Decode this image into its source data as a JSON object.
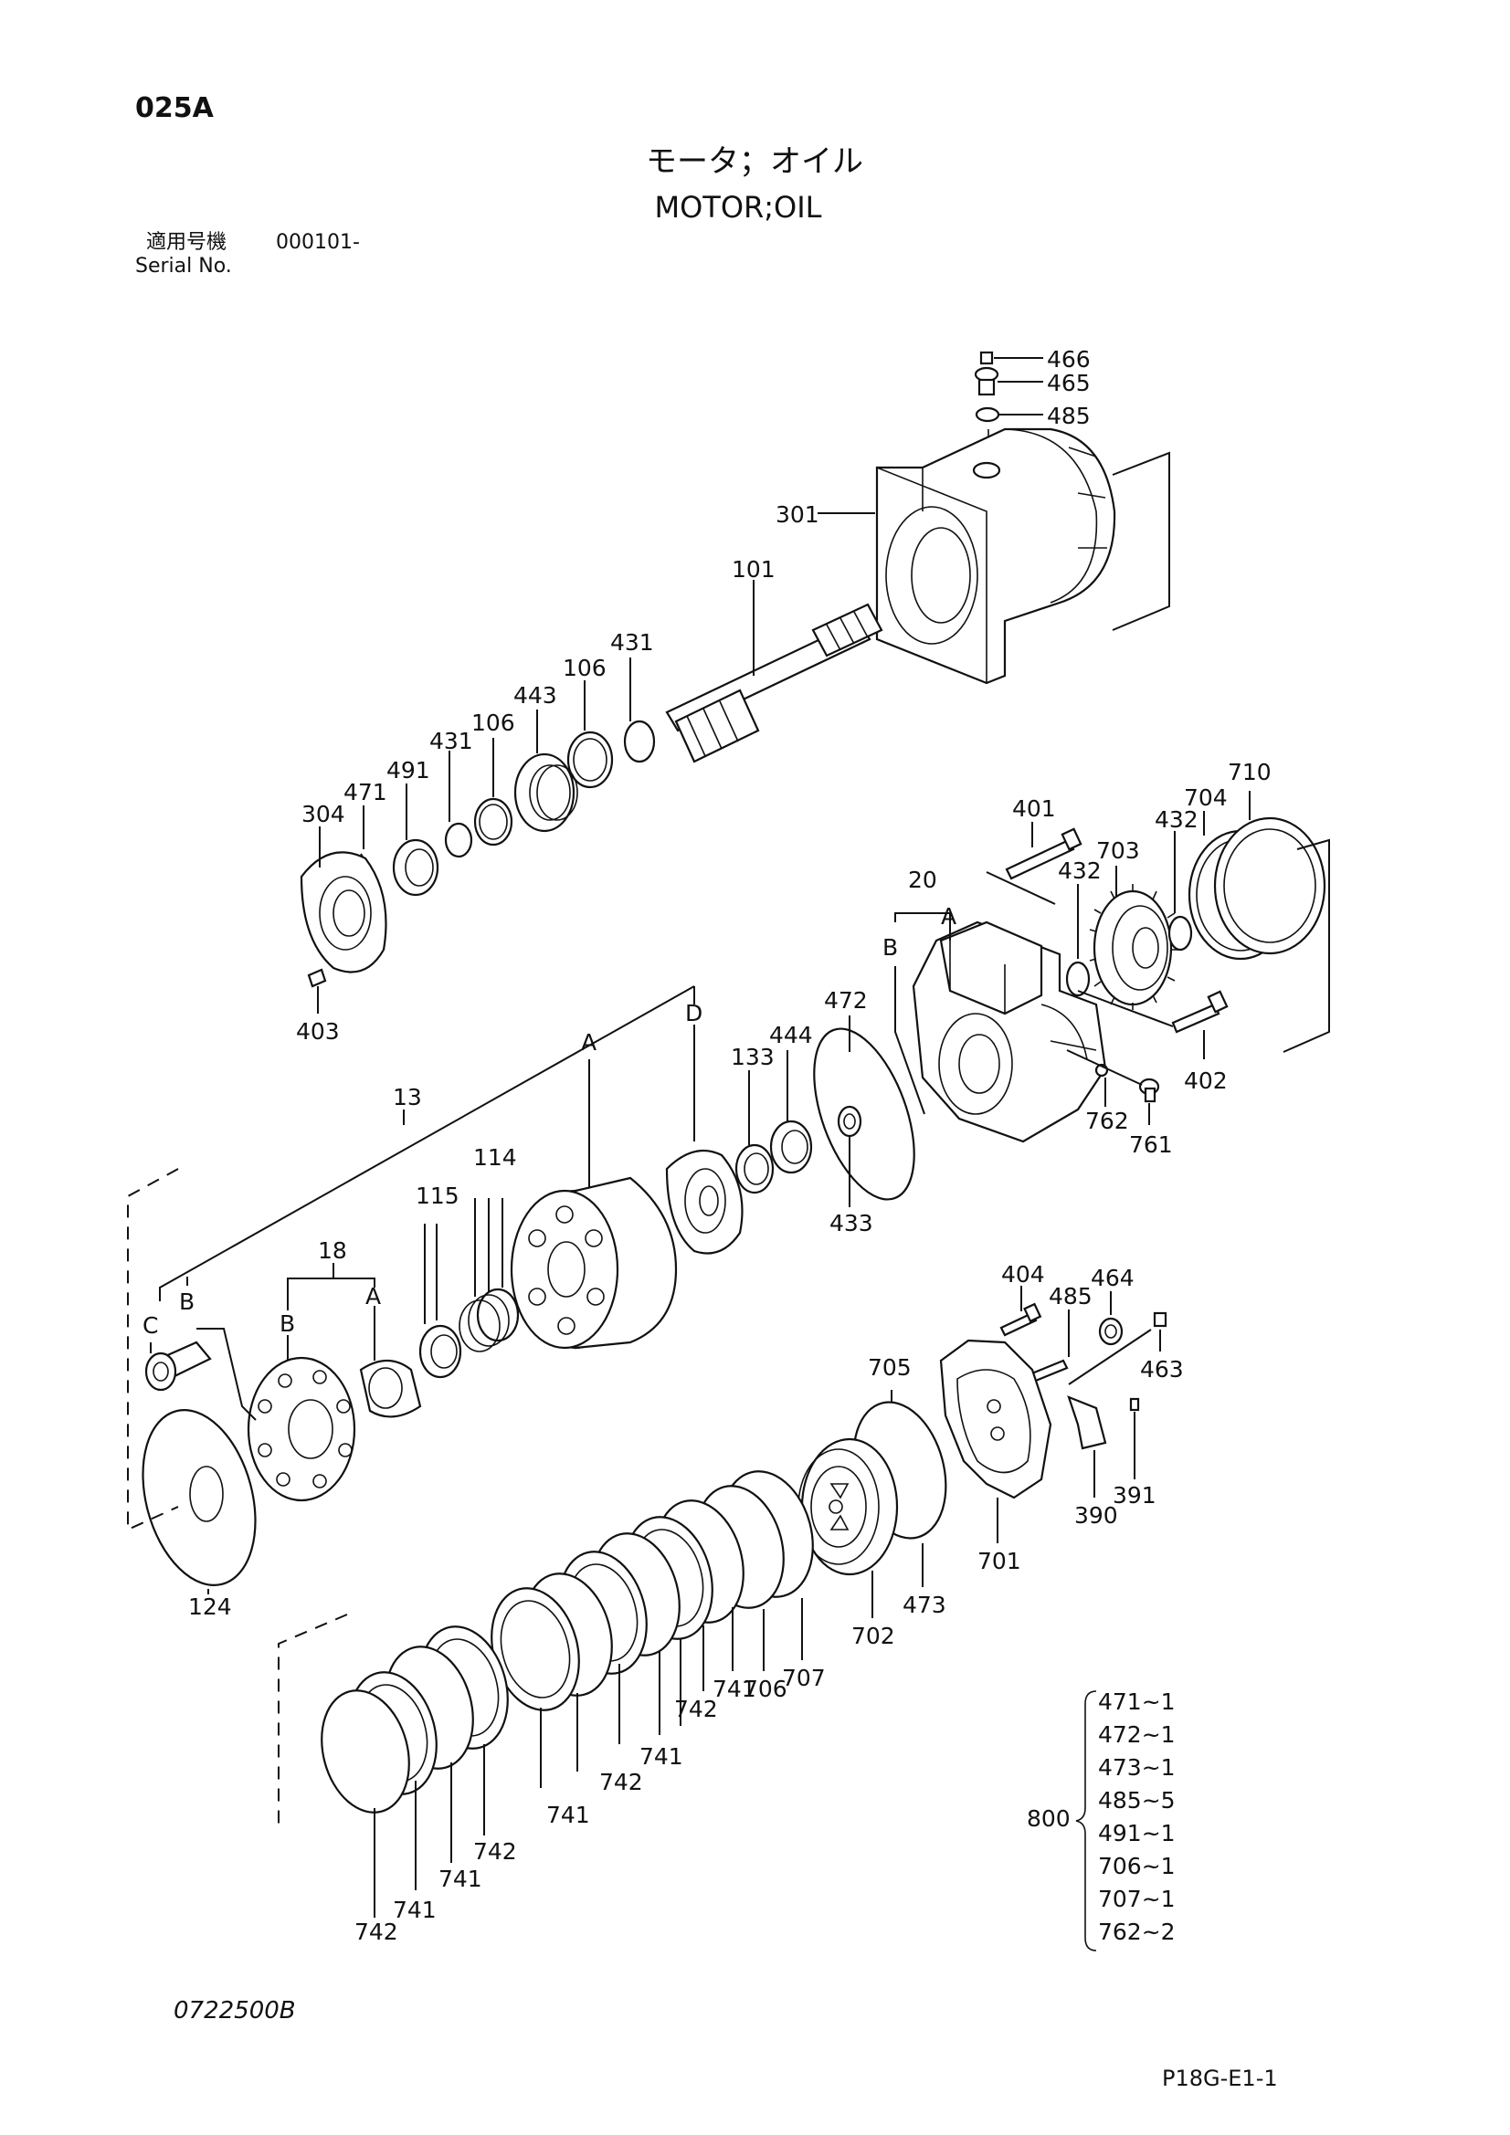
{
  "header": {
    "page_code": "025A",
    "title_jp": "モータ；オイル",
    "title_en": "MOTOR;OIL",
    "serial_label_jp": "適用号機",
    "serial_range": "000101-",
    "serial_label_en": "Serial No."
  },
  "footer": {
    "drawing_no": "0722500B",
    "page_ref": "P18G-E1-1"
  },
  "callouts": {
    "c466": "466",
    "c465": "465",
    "c485a": "485",
    "c301": "301",
    "c101": "101",
    "c431a": "431",
    "c106a": "106",
    "c443": "443",
    "c106b": "106",
    "c431b": "431",
    "c491": "491",
    "c471": "471",
    "c304": "304",
    "c403": "403",
    "c401": "401",
    "c710": "710",
    "c704": "704",
    "c432a": "432",
    "c703": "703",
    "c432b": "432",
    "c20": "20",
    "c402": "402",
    "c762": "762",
    "c761": "761",
    "c472": "472",
    "c444": "444",
    "c133": "133",
    "c433": "433",
    "c13": "13",
    "c114": "114",
    "c115": "115",
    "c18": "18",
    "c124": "124",
    "c404": "404",
    "c485b": "485",
    "c464": "464",
    "c463": "463",
    "c705": "705",
    "c391": "391",
    "c390": "390",
    "c701": "701",
    "c473": "473",
    "c702": "702",
    "c707": "707",
    "c706": "706",
    "c741a": "741",
    "c742a": "742",
    "c741b": "741",
    "c742b": "742",
    "c741c": "741",
    "c741d": "741",
    "c742c": "742",
    "c741e": "741",
    "c742d": "742",
    "c741f": "741"
  },
  "sub_labels": {
    "A1": "A",
    "B1": "B",
    "D": "D",
    "A2": "A",
    "B2": "B",
    "C": "C",
    "A3": "A",
    "B3": "B"
  },
  "kit": {
    "number": "800",
    "items": [
      "471~1",
      "472~1",
      "473~1",
      "485~5",
      "491~1",
      "706~1",
      "707~1",
      "762~2"
    ]
  }
}
